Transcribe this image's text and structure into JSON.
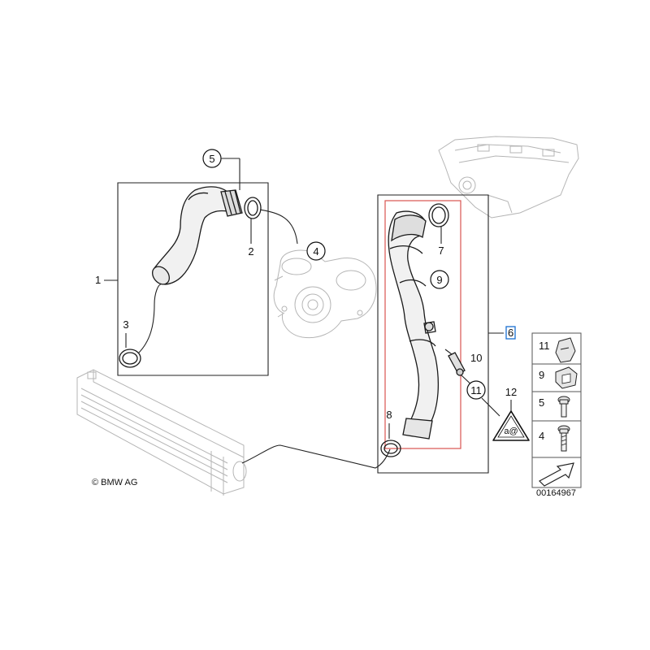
{
  "diagram": {
    "group_labels": {
      "g1": "1",
      "g6": "6"
    },
    "callouts": [
      {
        "id": "c5",
        "text": "5"
      },
      {
        "id": "c2",
        "text": "2"
      },
      {
        "id": "c4",
        "text": "4"
      },
      {
        "id": "c3",
        "text": "3"
      },
      {
        "id": "c7",
        "text": "7"
      },
      {
        "id": "c9",
        "text": "9"
      },
      {
        "id": "c10",
        "text": "10"
      },
      {
        "id": "c11",
        "text": "11"
      },
      {
        "id": "c12",
        "text": "12"
      },
      {
        "id": "c8",
        "text": "8"
      }
    ],
    "legend": [
      {
        "text": "11",
        "icon": "clip-icon"
      },
      {
        "text": "9",
        "icon": "nut-clip-icon"
      },
      {
        "text": "5",
        "icon": "bolt-icon"
      },
      {
        "text": "4",
        "icon": "screw-icon"
      },
      {
        "text": "",
        "icon": "arrow-icon"
      }
    ],
    "copyright": "© BMW AG",
    "catalog_number": "00164967",
    "highlight_color": "#d9534f",
    "selected_group_color": "#1a6fd1"
  }
}
